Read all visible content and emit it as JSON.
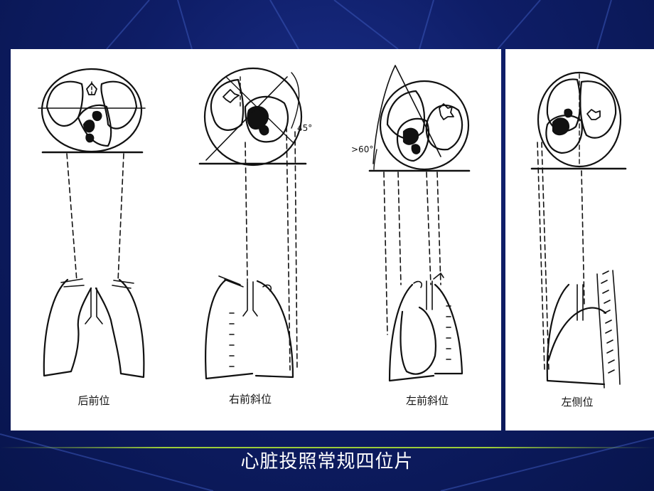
{
  "caption": "心脏投照常规四位片",
  "views": [
    {
      "label": "后前位"
    },
    {
      "label": "右前斜位",
      "angle": "45°"
    },
    {
      "label": "左前斜位",
      "angle": ">60°"
    },
    {
      "label": "左侧位"
    }
  ],
  "colors": {
    "background": "#0b1a5e",
    "panel": "#ffffff",
    "rule": "#9ccb3a",
    "ink": "#111111"
  }
}
